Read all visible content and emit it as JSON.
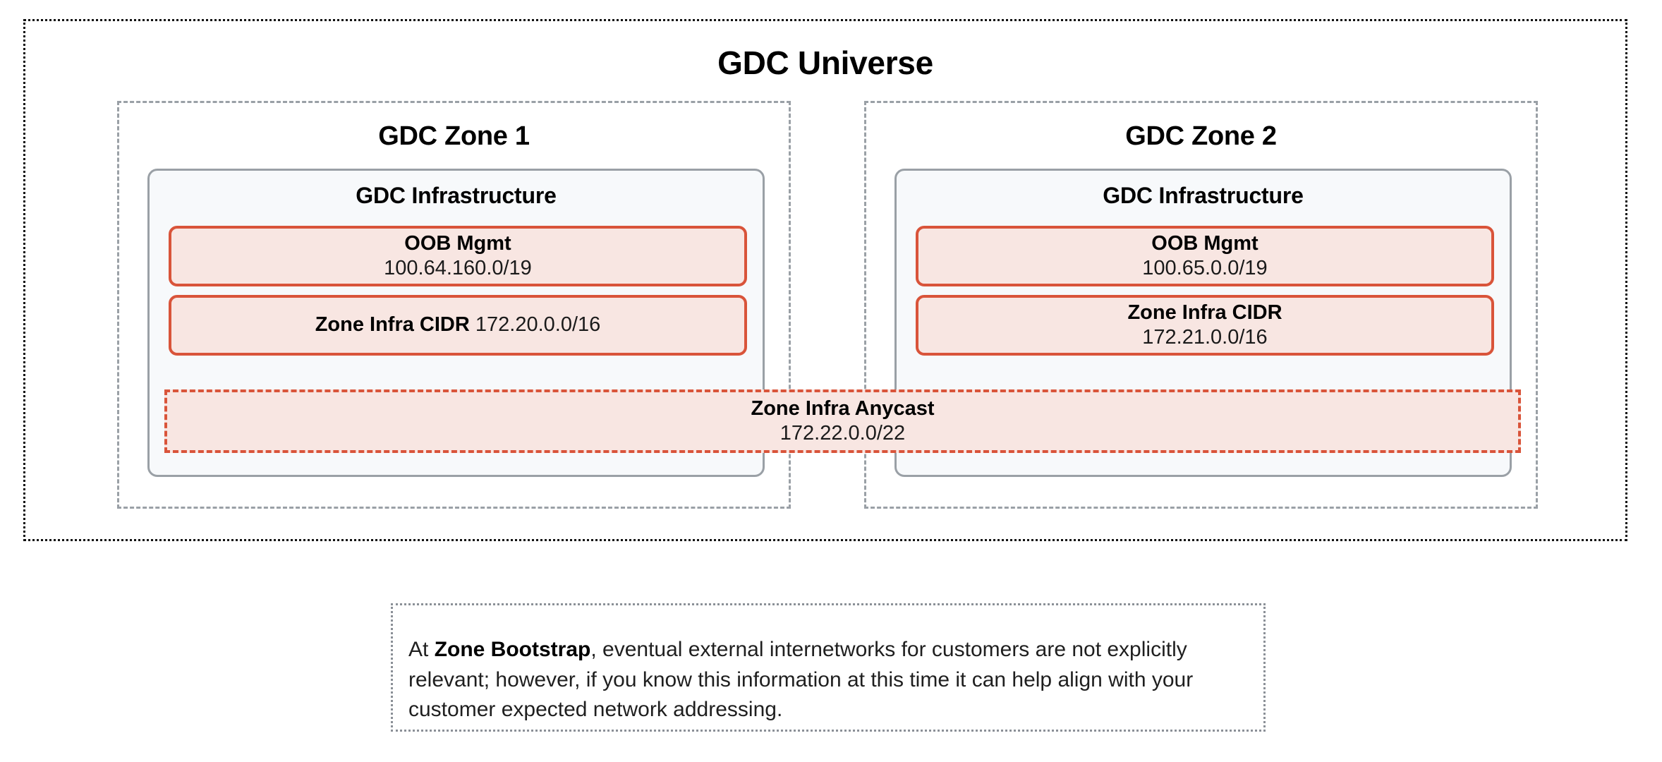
{
  "universe": {
    "title": "GDC Universe",
    "border_style": "dotted",
    "border_color": "#111111"
  },
  "colors": {
    "cidr_border": "#d9543a",
    "cidr_fill": "#f8e6e2",
    "infra_fill": "#f7f9fb",
    "infra_border": "#9aa0a6",
    "zone_border": "#9aa0a6",
    "note_border": "#8b9097",
    "text": "#1a1a1a"
  },
  "zones": [
    {
      "title": "GDC Zone 1",
      "infrastructure_title": "GDC Infrastructure",
      "oob": {
        "label": "OOB Mgmt",
        "cidr": "100.64.160.0/19",
        "layout": "stacked"
      },
      "zone_infra_cidr": {
        "label": "Zone Infra CIDR",
        "cidr": "172.20.0.0/16",
        "layout": "inline"
      }
    },
    {
      "title": "GDC Zone 2",
      "infrastructure_title": "GDC Infrastructure",
      "oob": {
        "label": "OOB Mgmt",
        "cidr": "100.65.0.0/19",
        "layout": "stacked"
      },
      "zone_infra_cidr": {
        "label": "Zone Infra CIDR",
        "cidr": "172.21.0.0/16",
        "layout": "stacked"
      }
    }
  ],
  "anycast": {
    "label": "Zone Infra Anycast",
    "cidr": "172.22.0.0/22",
    "border_style": "dashed"
  },
  "note": {
    "prefix": "At ",
    "bold": "Zone Bootstrap",
    "body": ", eventual external internetworks for customers are not explicitly relevant; however, if you know this information at this time it can help align with your customer expected network addressing.",
    "full_text": "At Zone Bootstrap, eventual external internetworks for customers are not explicitly relevant; however, if you know this information at this time it can help align with your customer expected network addressing."
  }
}
